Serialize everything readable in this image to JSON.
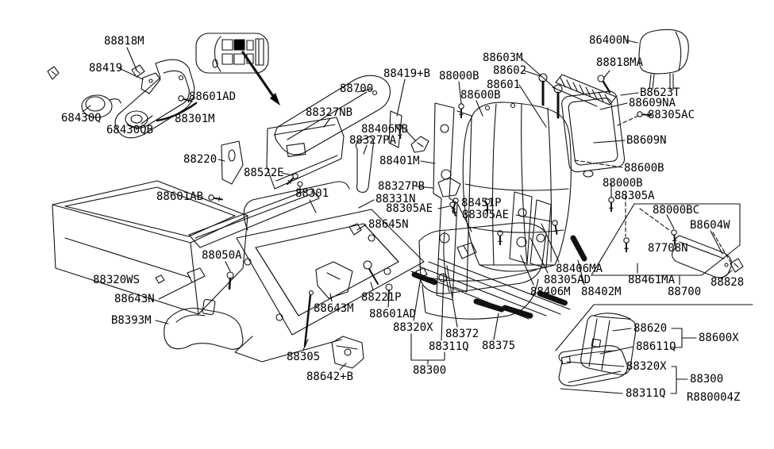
{
  "page": {
    "background": "#ffffff",
    "ink_color": "#000000"
  },
  "diagram": {
    "type": "exploded-parts-diagram",
    "subject": "vehicle rear seat assembly",
    "vehicle_inset": "van top view with second-row seat highlighted",
    "ref_code": "R880004Z"
  },
  "labels": [
    "88818M",
    "88419",
    "68430Q",
    "88601AD",
    "88301M",
    "68430QB",
    "88327NB",
    "88700",
    "88419+B",
    "88000B",
    "88600B",
    "88603M",
    "88602",
    "88601",
    "86400N",
    "88818MA",
    "B8623T",
    "88609NA",
    "88305AC",
    "B8609N",
    "88600B",
    "88000B",
    "88305A",
    "88000BC",
    "B8604W",
    "87708N",
    "88220",
    "88522E",
    "88601AB",
    "88301",
    "88401M",
    "88327PA",
    "88406MB",
    "88327PB",
    "88331N",
    "88305AE",
    "88451P",
    "88305AE",
    "88645N",
    "88050A",
    "88320WS",
    "88643N",
    "B8393M",
    "88305",
    "88642+B",
    "88643M",
    "88221P",
    "88601AD",
    "88320X",
    "88372",
    "88311Q",
    "88375",
    "88300",
    "88406MA",
    "88305AD",
    "88406M",
    "88402M",
    "88461MA",
    "88700",
    "88828",
    "88620",
    "88611Q",
    "88600X",
    "88320X",
    "88300",
    "88311Q",
    "R880004Z"
  ]
}
